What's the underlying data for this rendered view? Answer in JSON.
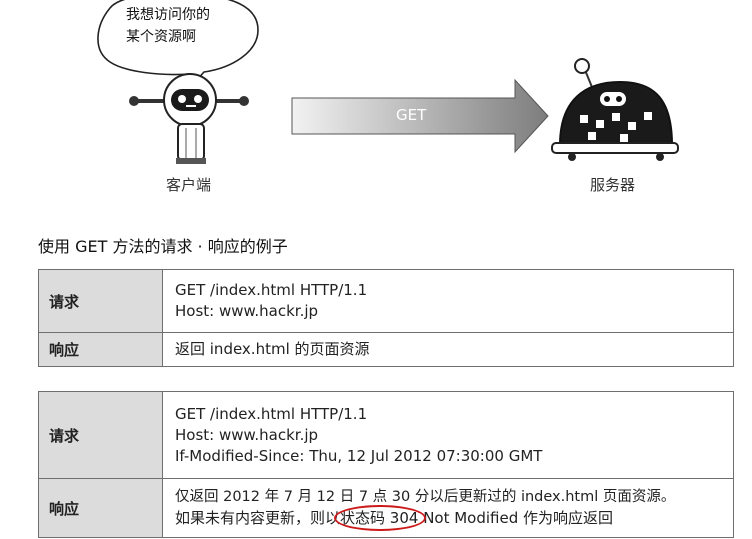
{
  "illustration": {
    "speech_bubble": {
      "line1": "我想访问你的",
      "line2": "某个资源啊"
    },
    "method_label": "GET",
    "client_label": "客户端",
    "server_label": "服务器"
  },
  "section_title": "使用 GET 方法的请求 · 响应的例子",
  "example1": {
    "request_header": "请求",
    "request_lines": [
      "GET /index.html HTTP/1.1",
      "Host: www.hackr.jp"
    ],
    "response_header": "响应",
    "response_text": "返回 index.html 的页面资源"
  },
  "example2": {
    "request_header": "请求",
    "request_lines": [
      "GET /index.html HTTP/1.1",
      "Host: www.hackr.jp",
      "If-Modified-Since: Thu, 12 Jul 2012 07:30:00 GMT"
    ],
    "response_header": "响应",
    "response_line1": "仅返回 2012 年 7 月 12 日 7 点 30 分以后更新过的 index.html 页面资源。",
    "response_line2_prefix": "如果未有内容更新，则以",
    "response_line2_highlight": "状态码 304",
    "response_line2_suffix": " Not Modified 作为响应返回"
  },
  "colors": {
    "highlight_ring": "#cc1a1a",
    "header_cell_bg": "#dcdcdc",
    "arrow_gray": "#9a9a9a"
  }
}
